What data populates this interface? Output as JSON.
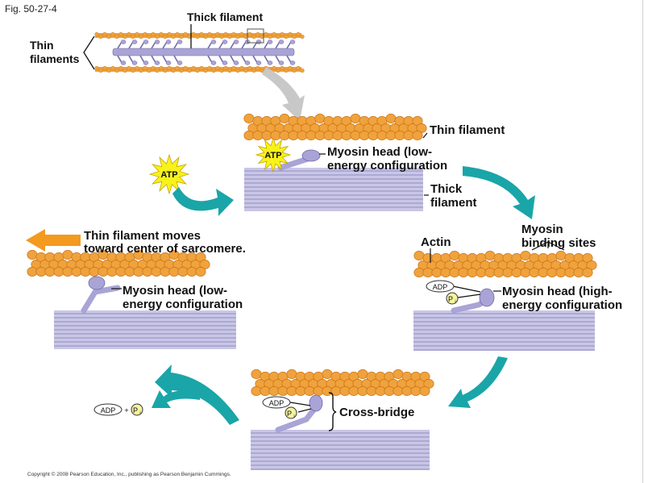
{
  "figure_label": "Fig. 50-27-4",
  "top": {
    "thick_filament": "Thick filament",
    "thin_filaments_line1": "Thin",
    "thin_filaments_line2": "filaments"
  },
  "step1": {
    "thin_filament": "Thin filament",
    "atp_on_head": "ATP",
    "myosin_head_line1": "Myosin head (low-",
    "myosin_head_line2": "energy configuration",
    "thick_line1": "Thick",
    "thick_line2": "filament",
    "atp_incoming": "ATP"
  },
  "step2": {
    "actin": "Actin",
    "binding_line1": "Myosin",
    "binding_line2": "binding sites",
    "adp": "ADP",
    "pi": "P",
    "pi_sub": "i",
    "myosin_head_line1": "Myosin head (high-",
    "myosin_head_line2": "energy configuration"
  },
  "step3": {
    "adp": "ADP",
    "pi": "P",
    "pi_sub": "i",
    "cross_bridge": "Cross-bridge"
  },
  "step4": {
    "moves_line1": "Thin filament moves",
    "moves_line2": "toward center of sarcomere.",
    "myosin_head_line1": "Myosin head (low-",
    "myosin_head_line2": "energy configuration",
    "released_adp": "ADP",
    "released_plus": "+",
    "released_pi": "P",
    "released_pi_sub": "i"
  },
  "copyright": "Copyright © 2008 Pearson Education, Inc., publishing as Pearson Benjamin Cummings.",
  "colors": {
    "actin": "#f0a23c",
    "actin_dark": "#c8731a",
    "myosin": "#a9a4d6",
    "myosin_dark": "#6f69a8",
    "thick_bar": "#c9c6e6",
    "arrow_teal": "#1aa5a8",
    "arrow_orange": "#f39a1f",
    "arrow_gray": "#c8c8c8",
    "atp_burst": "#f7f21a"
  }
}
